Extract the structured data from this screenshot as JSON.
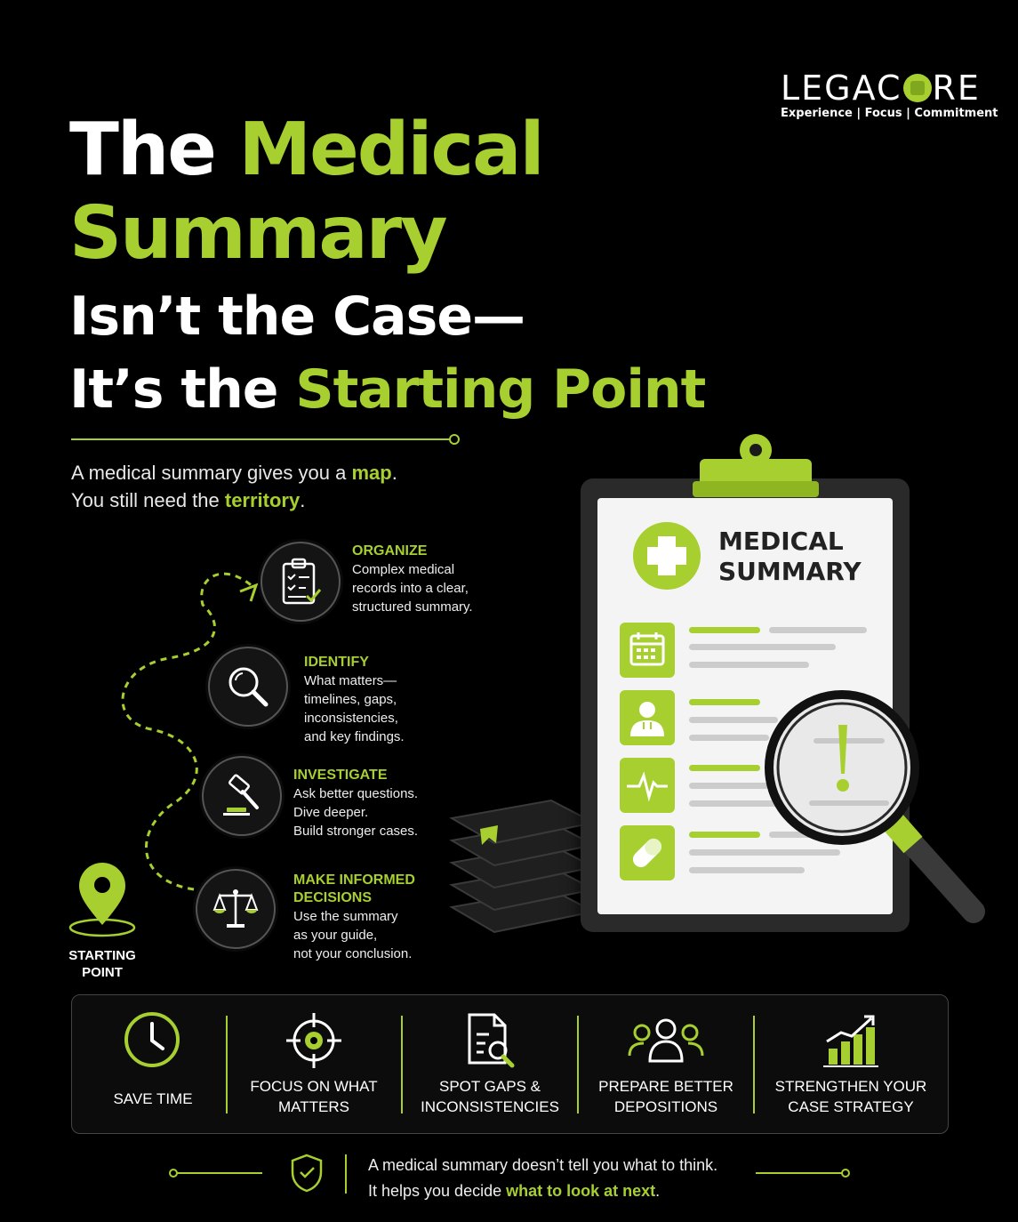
{
  "logo": {
    "word_start": "LEGAC",
    "word_end": "RE",
    "tagline": "Experience | Focus | Commitment"
  },
  "headline": {
    "line1_white": "The ",
    "line1_lime": "Medical",
    "line2_lime": "Summary",
    "line3_white": "Isn’t the Case—",
    "line4_white": "It’s the ",
    "line4_lime": "Starting Point"
  },
  "intro": {
    "line1_pre": "A medical summary gives you a ",
    "line1_em": "map",
    "line1_post": ".",
    "line2_pre": "You still need the ",
    "line2_em": "territory",
    "line2_post": "."
  },
  "steps": [
    {
      "icon": "clipboard-checklist-icon",
      "title": "ORGANIZE",
      "lines": [
        "Complex medical",
        "records into a clear,",
        "structured summary."
      ]
    },
    {
      "icon": "magnifier-icon",
      "title": "IDENTIFY",
      "lines": [
        "What matters—",
        "timelines, gaps,",
        "inconsistencies,",
        "and key findings."
      ]
    },
    {
      "icon": "gavel-icon",
      "title": "INVESTIGATE",
      "lines": [
        "Ask better questions.",
        "Dive deeper.",
        "Build stronger cases."
      ]
    },
    {
      "icon": "scales-icon",
      "title_lines": [
        "MAKE INFORMED",
        "DECISIONS"
      ],
      "lines": [
        "Use the summary",
        "as your guide,",
        "not your conclusion."
      ]
    }
  ],
  "start": {
    "label_line1": "STARTING",
    "label_line2": "POINT"
  },
  "clipboard": {
    "title_line1": "MEDICAL",
    "title_line2": "SUMMARY",
    "row_icons": [
      "calendar-icon",
      "doctor-icon",
      "heartbeat-icon",
      "pill-icon"
    ]
  },
  "benefits": [
    {
      "icon": "clock-icon",
      "lines": [
        "SAVE TIME"
      ]
    },
    {
      "icon": "target-icon",
      "lines": [
        "FOCUS ON WHAT",
        "MATTERS"
      ]
    },
    {
      "icon": "document-search-icon",
      "lines": [
        "SPOT GAPS &",
        "INCONSISTENCIES"
      ]
    },
    {
      "icon": "people-icon",
      "lines": [
        "PREPARE BETTER",
        "DEPOSITIONS"
      ]
    },
    {
      "icon": "growth-chart-icon",
      "lines": [
        "STRENGTHEN YOUR",
        "CASE STRATEGY"
      ]
    }
  ],
  "footer": {
    "line1": "A medical summary doesn’t tell you what to think.",
    "line2_pre": "It helps you decide ",
    "line2_em": "what to look at next",
    "line2_post": "."
  },
  "colors": {
    "accent": "#a6cf2f",
    "background": "#000000"
  }
}
